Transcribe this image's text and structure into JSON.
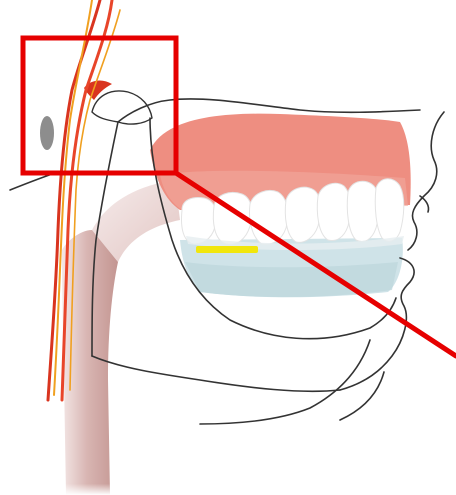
{
  "colors": {
    "background": "#ffffff",
    "upper_gum": "#ef8f82",
    "upper_gum_edge": "#f2a79c",
    "lower_gum": "#cfe3e8",
    "tooth": "#ffffff",
    "tooth_shadow": "#d9d9d9",
    "spine_light": "#ead6d4",
    "spine_dark": "#c9a09c",
    "artery": "#d9341f",
    "artery_bright": "#e8452a",
    "nerve": "#f0a020",
    "outline": "#333333",
    "ear": "#8d8d8d",
    "pad": "#f1e60c",
    "highlight_box": "#e60000",
    "pointer_line": "#e60000"
  },
  "structures": [
    "face-profile-outline",
    "upper-denture",
    "lower-denture",
    "cervical-spine",
    "vessels-and-nerves",
    "jaw-joint",
    "ear-marker",
    "bite-pad"
  ],
  "callout": {
    "shape": "rectangle",
    "pointer": "diagonal-line-to-right-edge"
  }
}
